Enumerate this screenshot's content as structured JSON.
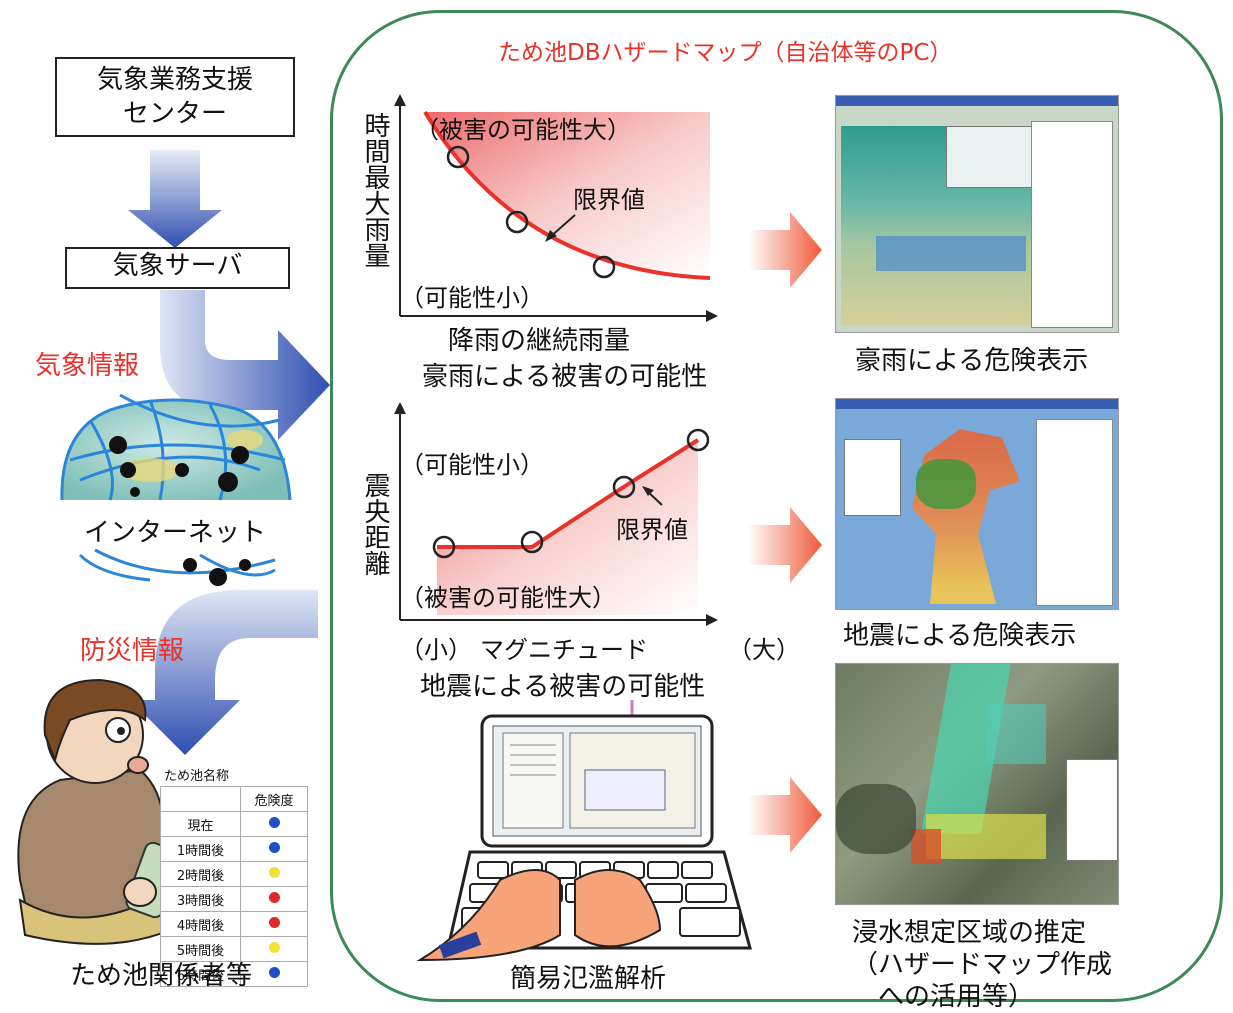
{
  "left": {
    "weather_center": "気象業務支援\nセンター",
    "weather_server": "気象サーバ",
    "weather_info": "気象情報",
    "internet": "インターネット",
    "disaster_info": "防災情報",
    "stakeholders": "ため池関係者等",
    "status_table": {
      "title": "ため池名称",
      "header": "危険度",
      "rows": [
        {
          "label": "現在",
          "color": "#1f4fc9"
        },
        {
          "label": "1時間後",
          "color": "#1f4fc9"
        },
        {
          "label": "2時間後",
          "color": "#f2e23a"
        },
        {
          "label": "3時間後",
          "color": "#e02a2a"
        },
        {
          "label": "4時間後",
          "color": "#e02a2a"
        },
        {
          "label": "5時間後",
          "color": "#f2e23a"
        },
        {
          "label": "6時間後",
          "color": "#1f4fc9"
        }
      ]
    }
  },
  "panel": {
    "title": "ため池DBハザードマップ（自治体等のPC）",
    "rain_chart": {
      "ylabel": "時間最大雨量",
      "high": "（被害の可能性大）",
      "low": "（可能性小）",
      "threshold": "限界値",
      "xlabel": "降雨の継続雨量",
      "caption": "豪雨による被害の可能性"
    },
    "quake_chart": {
      "ylabel": "震央距離",
      "low": "（可能性小）",
      "high": "（被害の可能性大）",
      "threshold": "限界値",
      "x_small": "（小）",
      "xlabel": "マグニチュード",
      "x_large": "（大）",
      "caption": "地震による被害の可能性"
    },
    "laptop_caption": "簡易氾濫解析",
    "rain_result": "豪雨による危険表示",
    "quake_result": "地震による危険表示",
    "flood_result_1": "浸水想定区域の推定",
    "flood_result_2": "（ハザードマップ作成",
    "flood_result_3": "への活用等）"
  },
  "colors": {
    "accent_red": "#e8322a",
    "panel_border": "#3c8a57",
    "arrow_blue": "#2f4fb0"
  }
}
